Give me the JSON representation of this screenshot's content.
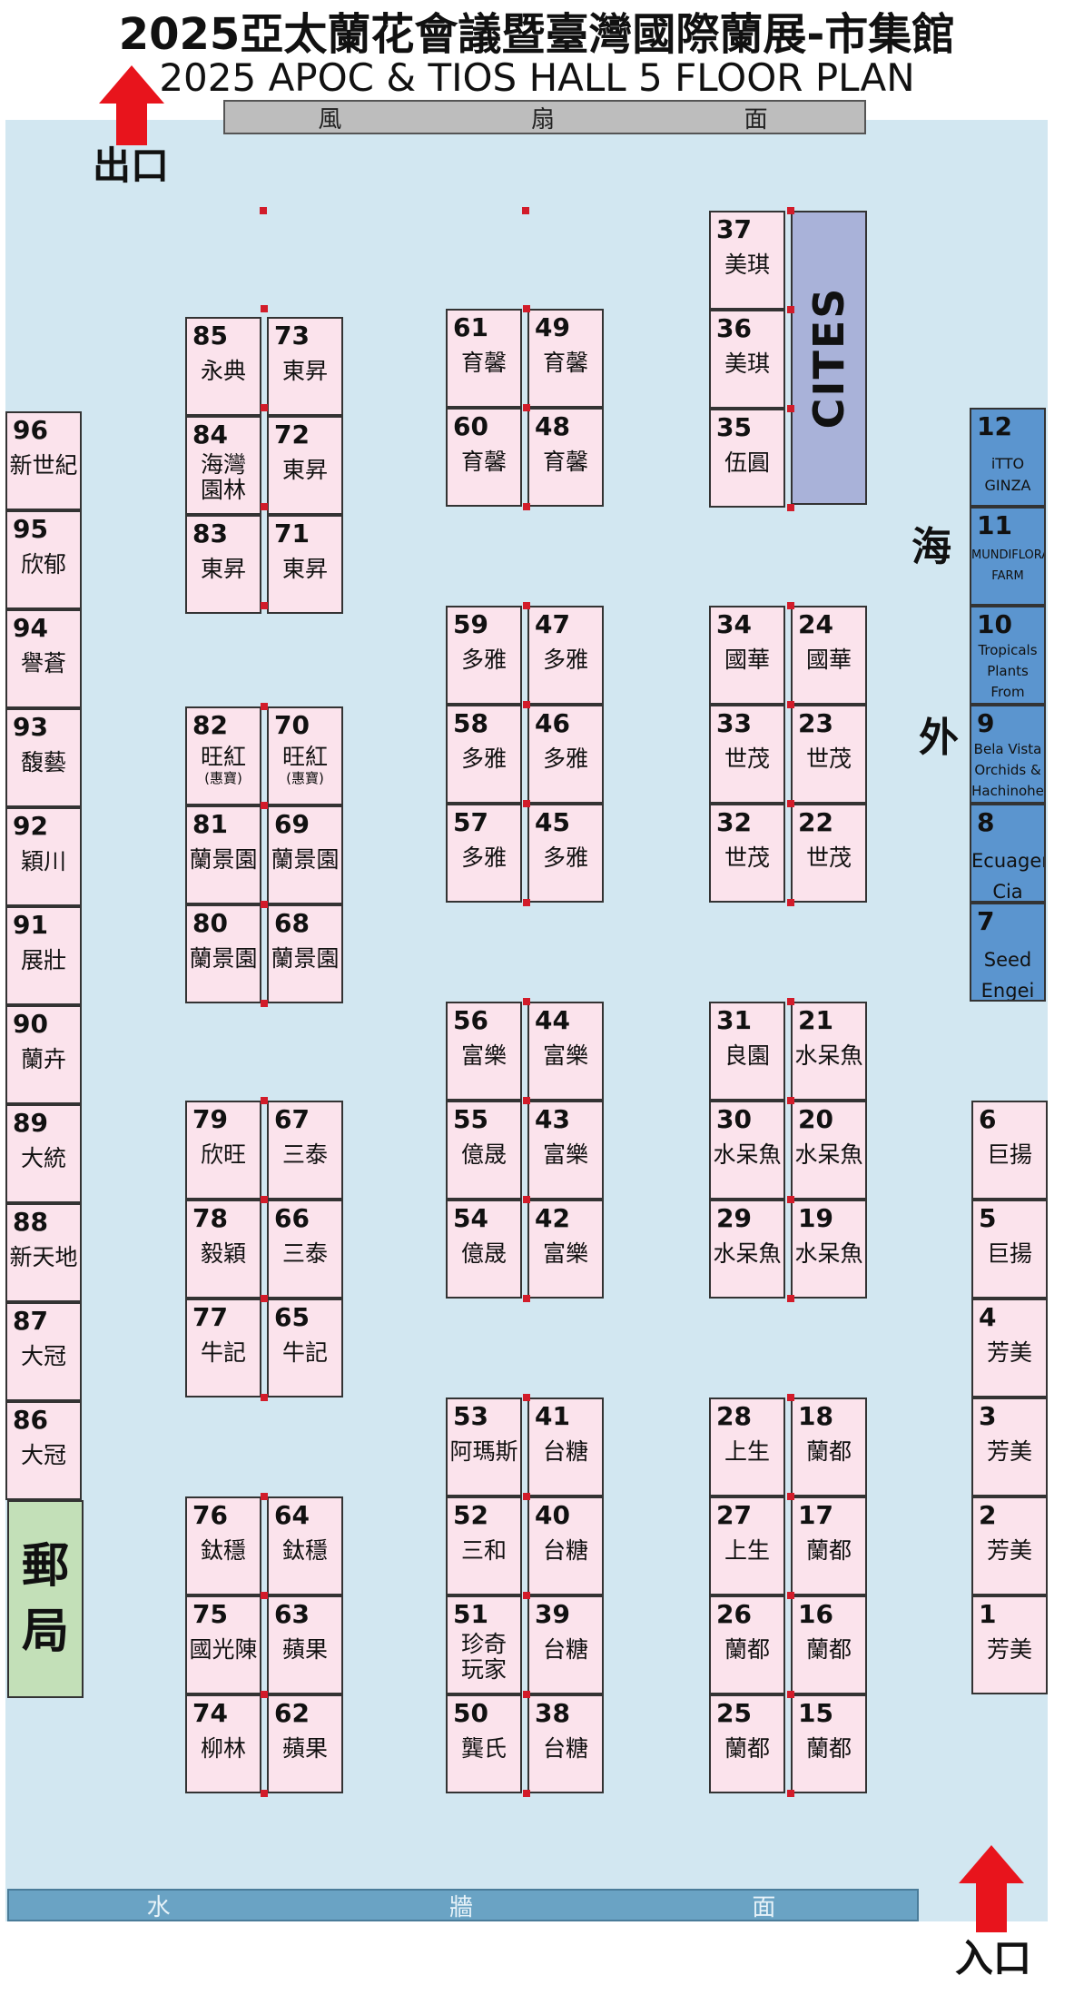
{
  "title": "2025亞太蘭花會議暨臺灣國際蘭展-市集館",
  "subtitle": "2025 APOC & TIOS HALL 5 FLOOR PLAN",
  "wall_top": [
    "風",
    "扇",
    "面"
  ],
  "wall_bottom": [
    "水",
    "牆",
    "面"
  ],
  "exit_label": "出口",
  "entrance_label": "入口",
  "cites_label": "CITES",
  "post_office": [
    "郵",
    "局"
  ],
  "overseas": [
    "海",
    "外"
  ],
  "booths": [
    {
      "n": "96",
      "name": "新世紀"
    },
    {
      "n": "95",
      "name": "欣郁"
    },
    {
      "n": "94",
      "name": "譽蒼"
    },
    {
      "n": "93",
      "name": "馥藝"
    },
    {
      "n": "92",
      "name": "穎川"
    },
    {
      "n": "91",
      "name": "展壯"
    },
    {
      "n": "90",
      "name": "蘭卉"
    },
    {
      "n": "89",
      "name": "大統"
    },
    {
      "n": "88",
      "name": "新天地"
    },
    {
      "n": "87",
      "name": "大冠"
    },
    {
      "n": "86",
      "name": "大冠"
    },
    {
      "n": "85",
      "name": "永典"
    },
    {
      "n": "84",
      "name": "海灣園林"
    },
    {
      "n": "83",
      "name": "東昇"
    },
    {
      "n": "73",
      "name": "東昇"
    },
    {
      "n": "72",
      "name": "東昇"
    },
    {
      "n": "71",
      "name": "東昇"
    },
    {
      "n": "82",
      "name": "旺紅",
      "sub": "(惠寶)"
    },
    {
      "n": "81",
      "name": "蘭景園"
    },
    {
      "n": "80",
      "name": "蘭景園"
    },
    {
      "n": "70",
      "name": "旺紅",
      "sub": "(惠寶)"
    },
    {
      "n": "69",
      "name": "蘭景園"
    },
    {
      "n": "68",
      "name": "蘭景園"
    },
    {
      "n": "79",
      "name": "欣旺"
    },
    {
      "n": "78",
      "name": "毅穎"
    },
    {
      "n": "77",
      "name": "牛記"
    },
    {
      "n": "67",
      "name": "三泰"
    },
    {
      "n": "66",
      "name": "三泰"
    },
    {
      "n": "65",
      "name": "牛記"
    },
    {
      "n": "76",
      "name": "鈦穩"
    },
    {
      "n": "75",
      "name": "國光陳"
    },
    {
      "n": "74",
      "name": "柳林"
    },
    {
      "n": "64",
      "name": "鈦穩"
    },
    {
      "n": "63",
      "name": "蘋果"
    },
    {
      "n": "62",
      "name": "蘋果"
    },
    {
      "n": "61",
      "name": "育馨"
    },
    {
      "n": "60",
      "name": "育馨"
    },
    {
      "n": "49",
      "name": "育馨"
    },
    {
      "n": "48",
      "name": "育馨"
    },
    {
      "n": "59",
      "name": "多雅"
    },
    {
      "n": "58",
      "name": "多雅"
    },
    {
      "n": "57",
      "name": "多雅"
    },
    {
      "n": "47",
      "name": "多雅"
    },
    {
      "n": "46",
      "name": "多雅"
    },
    {
      "n": "45",
      "name": "多雅"
    },
    {
      "n": "56",
      "name": "富樂"
    },
    {
      "n": "55",
      "name": "億晟"
    },
    {
      "n": "54",
      "name": "億晟"
    },
    {
      "n": "44",
      "name": "富樂"
    },
    {
      "n": "43",
      "name": "富樂"
    },
    {
      "n": "42",
      "name": "富樂"
    },
    {
      "n": "53",
      "name": "阿瑪斯"
    },
    {
      "n": "52",
      "name": "三和"
    },
    {
      "n": "51",
      "name": "珍奇玩家"
    },
    {
      "n": "50",
      "name": "龔氏"
    },
    {
      "n": "41",
      "name": "台糖"
    },
    {
      "n": "40",
      "name": "台糖"
    },
    {
      "n": "39",
      "name": "台糖"
    },
    {
      "n": "38",
      "name": "台糖"
    },
    {
      "n": "37",
      "name": "美琪"
    },
    {
      "n": "36",
      "name": "美琪"
    },
    {
      "n": "35",
      "name": "伍圓"
    },
    {
      "n": "34",
      "name": "國華"
    },
    {
      "n": "33",
      "name": "世茂"
    },
    {
      "n": "32",
      "name": "世茂"
    },
    {
      "n": "24",
      "name": "國華"
    },
    {
      "n": "23",
      "name": "世茂"
    },
    {
      "n": "22",
      "name": "世茂"
    },
    {
      "n": "31",
      "name": "良園"
    },
    {
      "n": "30",
      "name": "水呆魚"
    },
    {
      "n": "29",
      "name": "水呆魚"
    },
    {
      "n": "21",
      "name": "水呆魚"
    },
    {
      "n": "20",
      "name": "水呆魚"
    },
    {
      "n": "19",
      "name": "水呆魚"
    },
    {
      "n": "28",
      "name": "上生"
    },
    {
      "n": "27",
      "name": "上生"
    },
    {
      "n": "26",
      "name": "蘭都"
    },
    {
      "n": "25",
      "name": "蘭都"
    },
    {
      "n": "18",
      "name": "蘭都"
    },
    {
      "n": "17",
      "name": "蘭都"
    },
    {
      "n": "16",
      "name": "蘭都"
    },
    {
      "n": "15",
      "name": "蘭都"
    },
    {
      "n": "12",
      "name": "iTTO GINZA"
    },
    {
      "n": "11",
      "name": "MUNDIFLORA FARM"
    },
    {
      "n": "10",
      "name": "Tropicals Plants From South Amerikyle"
    },
    {
      "n": "9",
      "name": "Bela Vista Orchids & Hachinohe Orchid"
    },
    {
      "n": "8",
      "name": "Ecuagenera Cia Ltda"
    },
    {
      "n": "7",
      "name": "Seed Engei"
    },
    {
      "n": "6",
      "name": "巨揚"
    },
    {
      "n": "5",
      "name": "巨揚"
    },
    {
      "n": "4",
      "name": "芳美"
    },
    {
      "n": "3",
      "name": "芳美"
    },
    {
      "n": "2",
      "name": "芳美"
    },
    {
      "n": "1",
      "name": "芳美"
    }
  ]
}
